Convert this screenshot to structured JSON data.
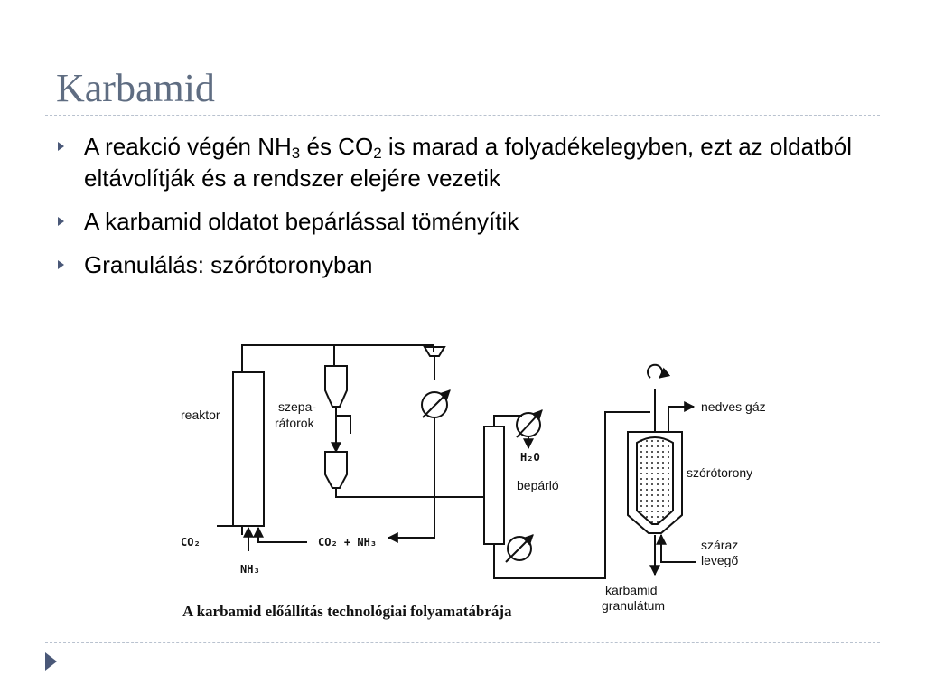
{
  "slide": {
    "title": "Karbamid",
    "bullets": [
      {
        "pre": "A reakció végén NH",
        "sub1": "3",
        "mid": " és CO",
        "sub2": "2",
        "post": " is marad a folyadékelegyben, ezt az oldatból eltávolítják és a rendszer elejére vezetik"
      },
      {
        "text": "A karbamid oldatot bepárlással töményítik"
      },
      {
        "text": "Granulálás: szórótoronyban"
      }
    ]
  },
  "diagram": {
    "labels": {
      "reaktor": "reaktor",
      "szepa": "szepa-",
      "ratorok": "rátorok",
      "beparlo": "bepárló",
      "h2o": "H₂O",
      "nedves_gaz": "nedves gáz",
      "szorotorony": "szórótorony",
      "szaraz": "száraz",
      "levego": "levegő",
      "karbamid": "karbamid",
      "granulatum": "granulátum",
      "co2_left": "CO₂",
      "nh3": "NH₃",
      "co2_nh3": "CO₂ + NH₃"
    },
    "caption": "A karbamid előállítás technológiai folyamatábrája"
  }
}
